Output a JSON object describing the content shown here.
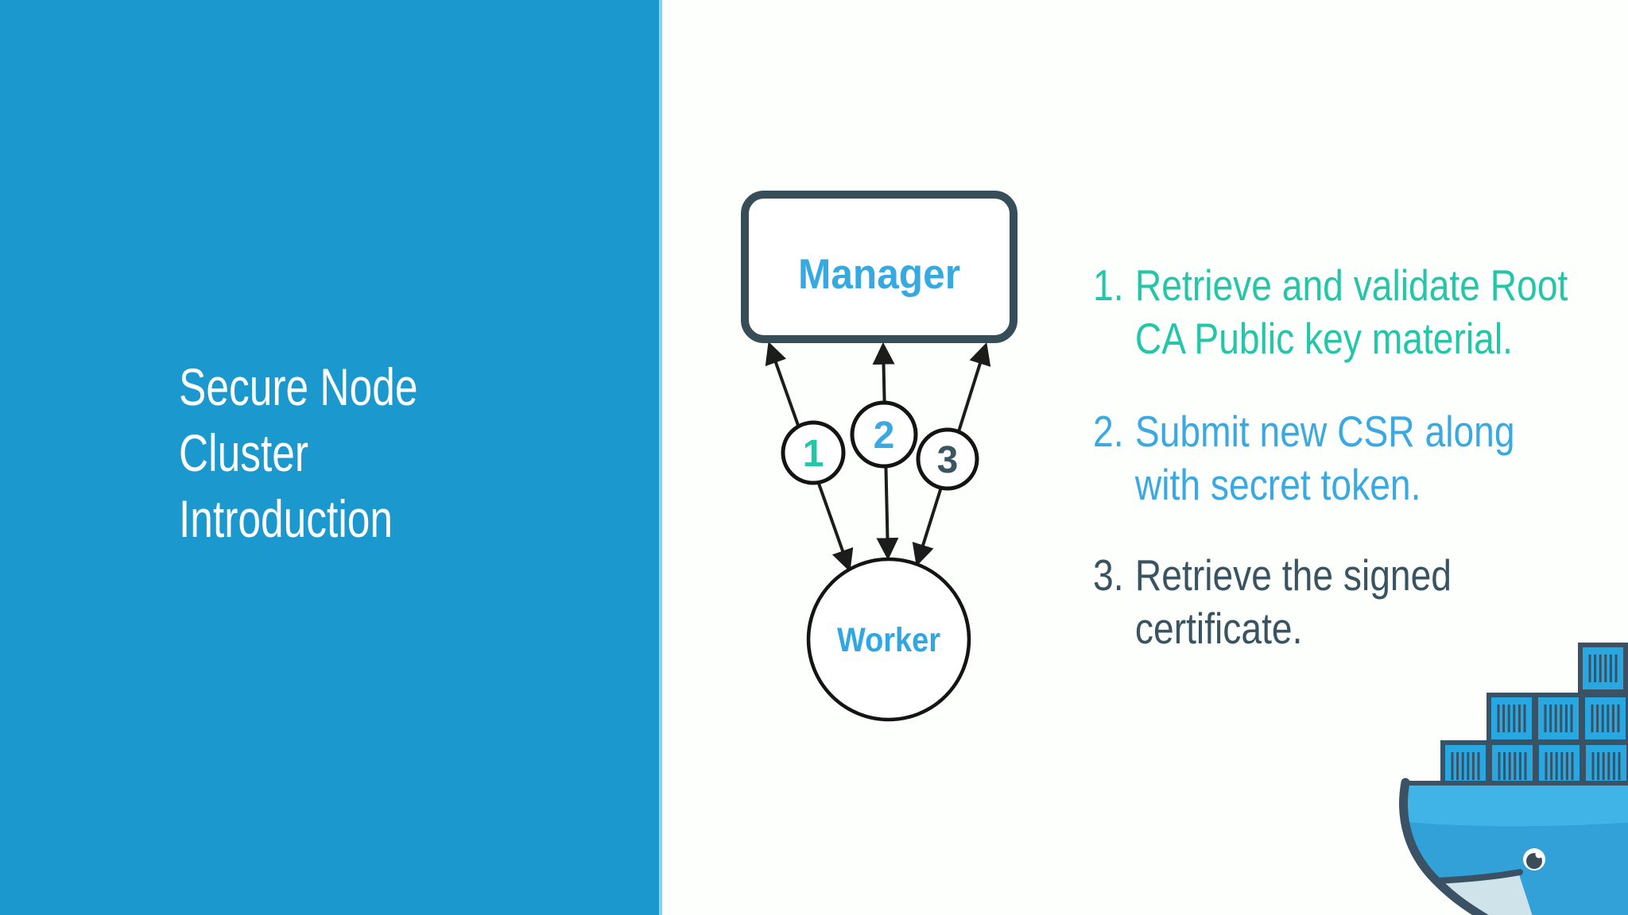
{
  "title": {
    "lines": [
      "Secure Node",
      "Cluster",
      "Introduction"
    ]
  },
  "diagram": {
    "manager_label": "Manager",
    "worker_label": "Worker",
    "badges": [
      "1",
      "2",
      "3"
    ]
  },
  "steps": [
    {
      "number": "1.",
      "lines": [
        "Retrieve and validate Root",
        "CA Public key material."
      ]
    },
    {
      "number": "2.",
      "lines": [
        "Submit new CSR along",
        "with secret token."
      ]
    },
    {
      "number": "3.",
      "lines": [
        "Retrieve the signed",
        "certificate."
      ]
    }
  ],
  "icons": {
    "logo": "docker-whale-logo"
  },
  "colors": {
    "panel_blue": "#1b99ce",
    "title_white": "#ffffff",
    "step1_teal": "#24c6a8",
    "step2_blue": "#3aa9e1",
    "step3_slate": "#3a5361",
    "node_label_blue": "#36a9e1",
    "node_border_slate": "#374d57",
    "arrow_black": "#1c1c1c",
    "docker_container_blue": "#29a7e0",
    "docker_dark_slate": "#3a5264",
    "whale_body_blue": "#31a1d8",
    "whale_belly": "#cfe3ea"
  }
}
